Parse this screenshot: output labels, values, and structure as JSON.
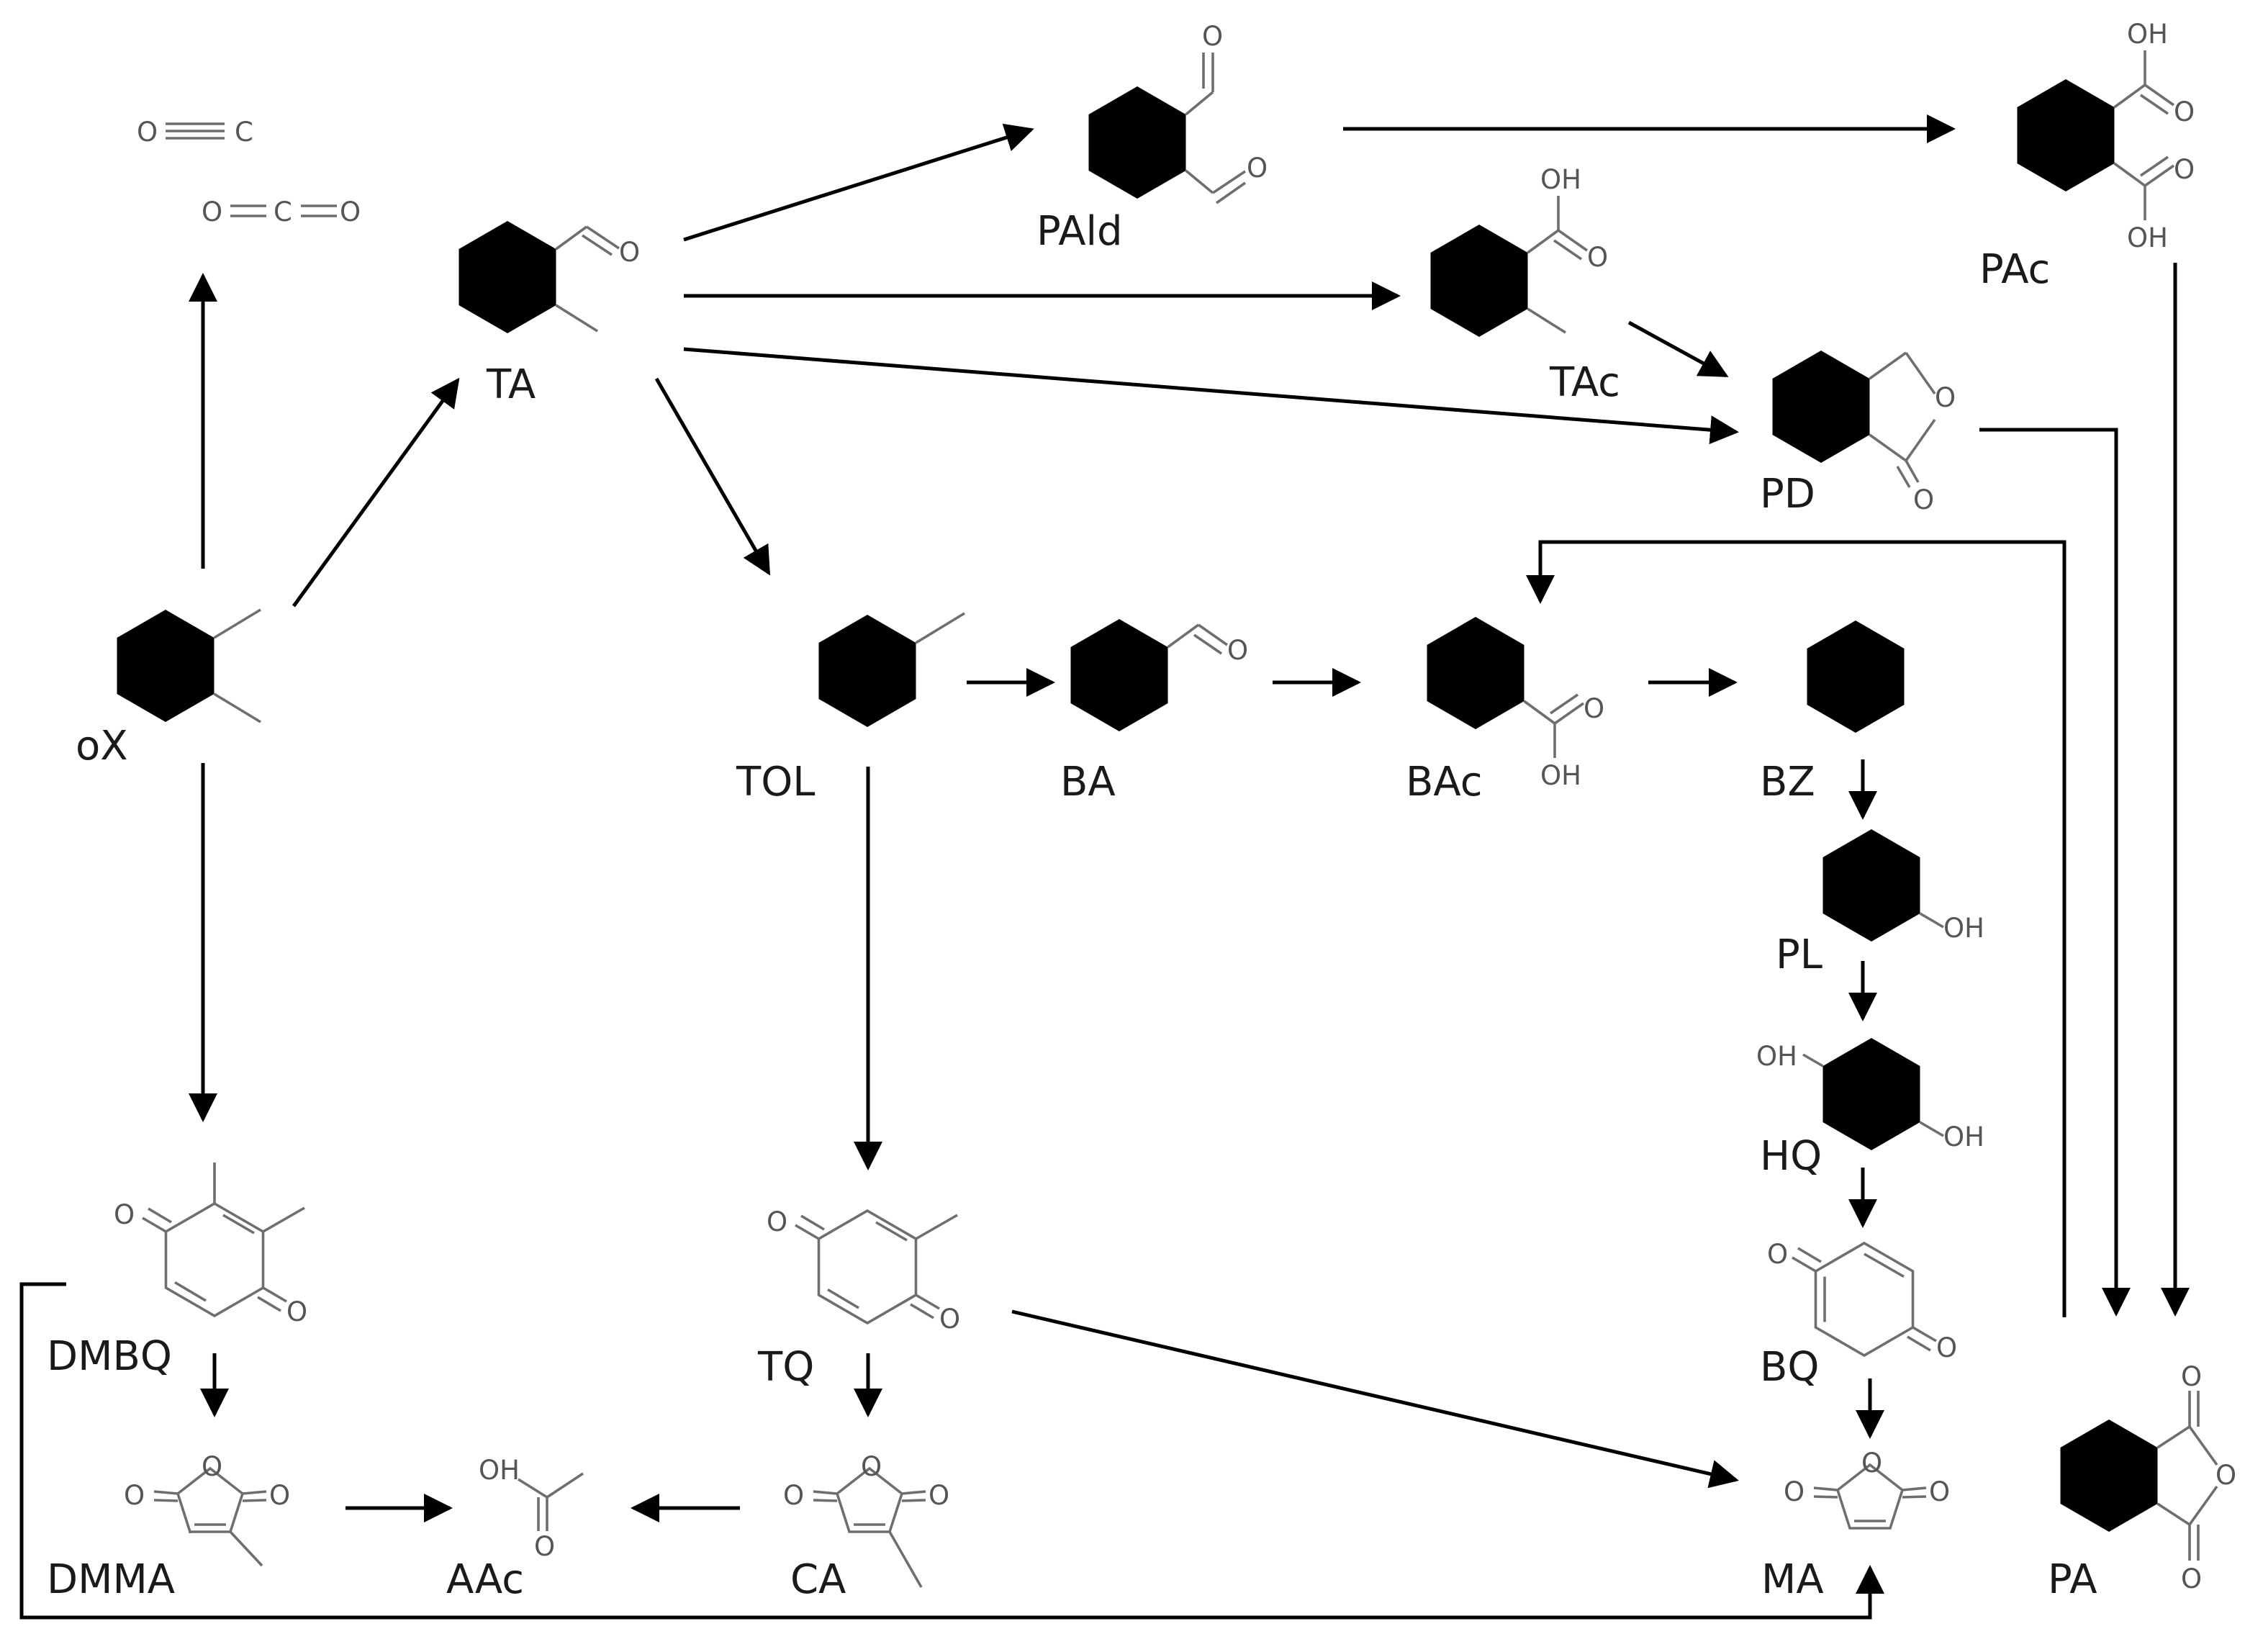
{
  "compounds": {
    "oX": "oX",
    "TA": "TA",
    "PAld": "PAld",
    "TAc": "TAc",
    "PAc": "PAc",
    "PD": "PD",
    "TOL": "TOL",
    "BA": "BA",
    "BAc": "BAc",
    "BZ": "BZ",
    "PL": "PL",
    "HQ": "HQ",
    "BQ": "BQ",
    "DMBQ": "DMBQ",
    "TQ": "TQ",
    "DMMA": "DMMA",
    "AAc": "AAc",
    "CA": "CA",
    "MA": "MA",
    "PA": "PA"
  },
  "atoms": {
    "O": "O",
    "C": "C",
    "OH": "OH"
  },
  "colors": {
    "arrow": "#000000",
    "bond": "#6e6e6e"
  }
}
